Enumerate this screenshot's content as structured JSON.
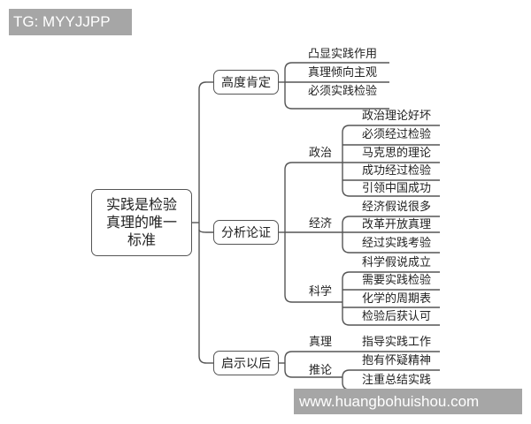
{
  "watermarks": {
    "top": "TG: MYYJJPP",
    "bottom": "www.huangbohuishou.com"
  },
  "root": {
    "label": "实践是检验真理的唯一标准"
  },
  "branches": [
    {
      "label": "高度肯定",
      "leaves": [
        "凸显实践作用",
        "真理倾向主观",
        "必须实践检验"
      ]
    },
    {
      "label": "分析论证",
      "groups": [
        {
          "label": "政治",
          "leaves": [
            "政治理论好坏",
            "必须经过检验",
            "马克思的理论",
            "成功经过检验",
            "引领中国成功"
          ]
        },
        {
          "label": "经济",
          "leaves": [
            "经济假说很多",
            "改革开放真理",
            "经过实践考验"
          ]
        },
        {
          "label": "科学",
          "leaves": [
            "科学假说成立",
            "需要实践检验",
            "化学的周期表",
            "检验后获认可"
          ]
        }
      ]
    },
    {
      "label": "启示以后",
      "groups": [
        {
          "label": "真理",
          "leaves": [
            "指导实践工作"
          ]
        },
        {
          "label": "推论",
          "leaves": [
            "抱有怀疑精神",
            "注重总结实践"
          ]
        }
      ]
    }
  ],
  "colors": {
    "line": "#555555",
    "watermark_bg": "#a6a6a6",
    "watermark_text": "#ffffff",
    "background": "#ffffff"
  }
}
